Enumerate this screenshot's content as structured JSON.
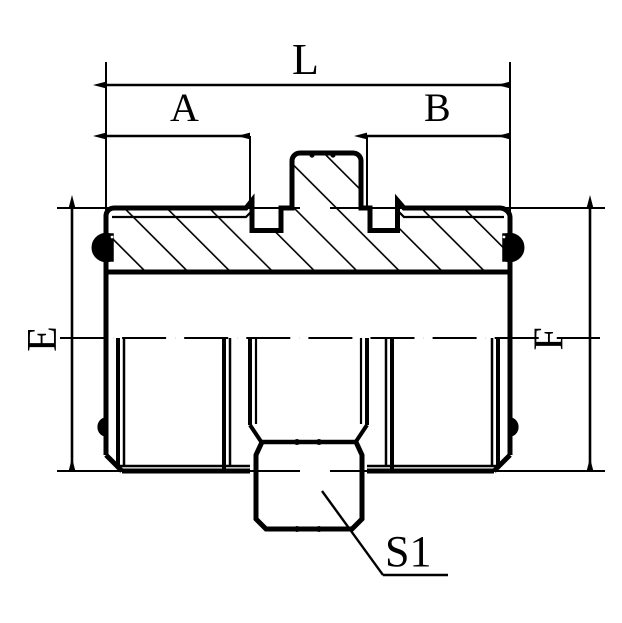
{
  "drawing": {
    "title": "Hydraulic Straight Thread Adapter Fitting - Cross Section Technical Drawing",
    "type": "engineering-cross-section",
    "stroke_color": "#000000",
    "background_color": "#ffffff",
    "dimensions": {
      "L": {
        "label": "L",
        "orientation": "horizontal",
        "description": "overall length"
      },
      "A": {
        "label": "A",
        "orientation": "horizontal",
        "description": "left thread length"
      },
      "B": {
        "label": "B",
        "orientation": "horizontal",
        "description": "right thread length"
      },
      "E": {
        "label": "E",
        "orientation": "vertical-rotated",
        "description": "left end diameter"
      },
      "F": {
        "label": "F",
        "orientation": "vertical-rotated",
        "description": "right end diameter"
      },
      "S1": {
        "label": "S1",
        "orientation": "leader",
        "description": "hex flat size across center hex"
      }
    },
    "features": {
      "oring_left": "o-ring-seal-left",
      "oring_right": "o-ring-seal-right",
      "center_hex": "center-hex-nut",
      "hatching": "section-hatch-lines",
      "centerline": "axis-centerline"
    }
  }
}
